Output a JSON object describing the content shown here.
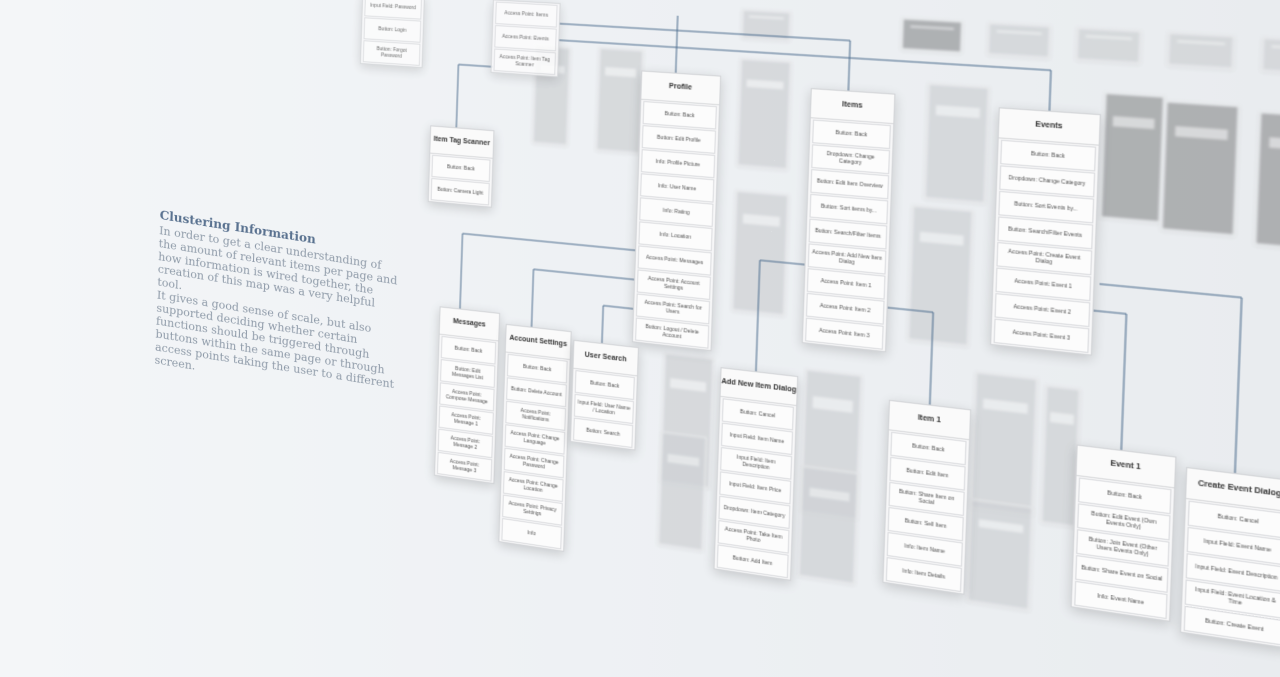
{
  "info": {
    "heading": "Clustering Information",
    "paragraph1": "In order to get a clear understanding of the amount of relevant items per page and how information is wired together, the creation of this map was a very helpful tool.",
    "paragraph2": "It gives a good sense of scale, but also supported deciding whether certain functions should be triggered through buttons within the same page or through access points taking the user to a different screen."
  },
  "nodes": {
    "login": {
      "title": "",
      "items": [
        "Input Field: Password",
        "Button: Login",
        "Button: Forgot Password"
      ]
    },
    "home": {
      "title": "",
      "items": [
        "Access Point: Items",
        "Access Point: Events",
        "Access Point: Item Tag Scanner"
      ]
    },
    "scanner": {
      "title": "Item Tag Scanner",
      "items": [
        "Button: Back",
        "Button: Camera Light"
      ]
    },
    "profile": {
      "title": "Profile",
      "items": [
        "Button: Back",
        "Button: Edit Profile",
        "Info: Profile Picture",
        "Info: User Name",
        "Info: Rating",
        "Info: Location",
        "Access Point: Messages",
        "Access Point: Account Settings",
        "Access Point: Search for Users",
        "Button: Logout / Delete Account"
      ]
    },
    "items": {
      "title": "Items",
      "items": [
        "Button: Back",
        "Dropdown: Change Category",
        "Button: Edit Item Overview",
        "Button: Sort items by...",
        "Button: Search/Filter Items",
        "Access Point: Add New Item Dialog",
        "Access Point: Item 1",
        "Access Point: Item 2",
        "Access Point: Item 3"
      ]
    },
    "events": {
      "title": "Events",
      "items": [
        "Button: Back",
        "Dropdown: Change Category",
        "Button: Sort Events by...",
        "Button: Search/Filter Events",
        "Access Point: Create Event Dialog",
        "Access Point: Event 1",
        "Access Point: Event 2",
        "Access Point: Event 3"
      ]
    },
    "messages": {
      "title": "Messages",
      "items": [
        "Button: Back",
        "Button: Edit Messages List",
        "Access Point: Compose Message",
        "Access Point: Message 1",
        "Access Point: Message 2",
        "Access Point: Message 3"
      ]
    },
    "account": {
      "title": "Account Settings",
      "items": [
        "Button: Back",
        "Button: Delete Account",
        "Access Point: Notifications",
        "Access Point: Change Language",
        "Access Point: Change Password",
        "Access Point: Change Location",
        "Access Point: Privacy Settings",
        "Info"
      ]
    },
    "usersearch": {
      "title": "User Search",
      "items": [
        "Button: Back",
        "Input Field: User Name / Location",
        "Button: Search"
      ]
    },
    "additem": {
      "title": "Add New Item Dialog",
      "items": [
        "Button: Cancel",
        "Input Field: Item Name",
        "Input Field: Item Description",
        "Input Field: Item Price",
        "Dropdown: Item Category",
        "Access Point: Take Item Photo",
        "Button: Add Item"
      ]
    },
    "item1": {
      "title": "Item 1",
      "items": [
        "Button: Back",
        "Button: Edit Item",
        "Button: Share Item on Social",
        "Button: Sell Item",
        "Info: Item Name",
        "Info: Item Details"
      ]
    },
    "event1": {
      "title": "Event 1",
      "items": [
        "Button: Back",
        "Button: Edit Event (Own Events Only)",
        "Button: Join Event (Other Users Events Only)",
        "Button: Share Event on Social",
        "Info: Event Name"
      ]
    },
    "createevent": {
      "title": "Create Event Dialog",
      "items": [
        "Button: Cancel",
        "Input Field: Event Name",
        "Input Field: Event Description",
        "Input Field: Event Location & Time",
        "Button: Create Event"
      ]
    }
  },
  "colors": {
    "connector": "#4e6f8f",
    "heading": "#5a7290",
    "body_text": "#8e9aa8"
  }
}
